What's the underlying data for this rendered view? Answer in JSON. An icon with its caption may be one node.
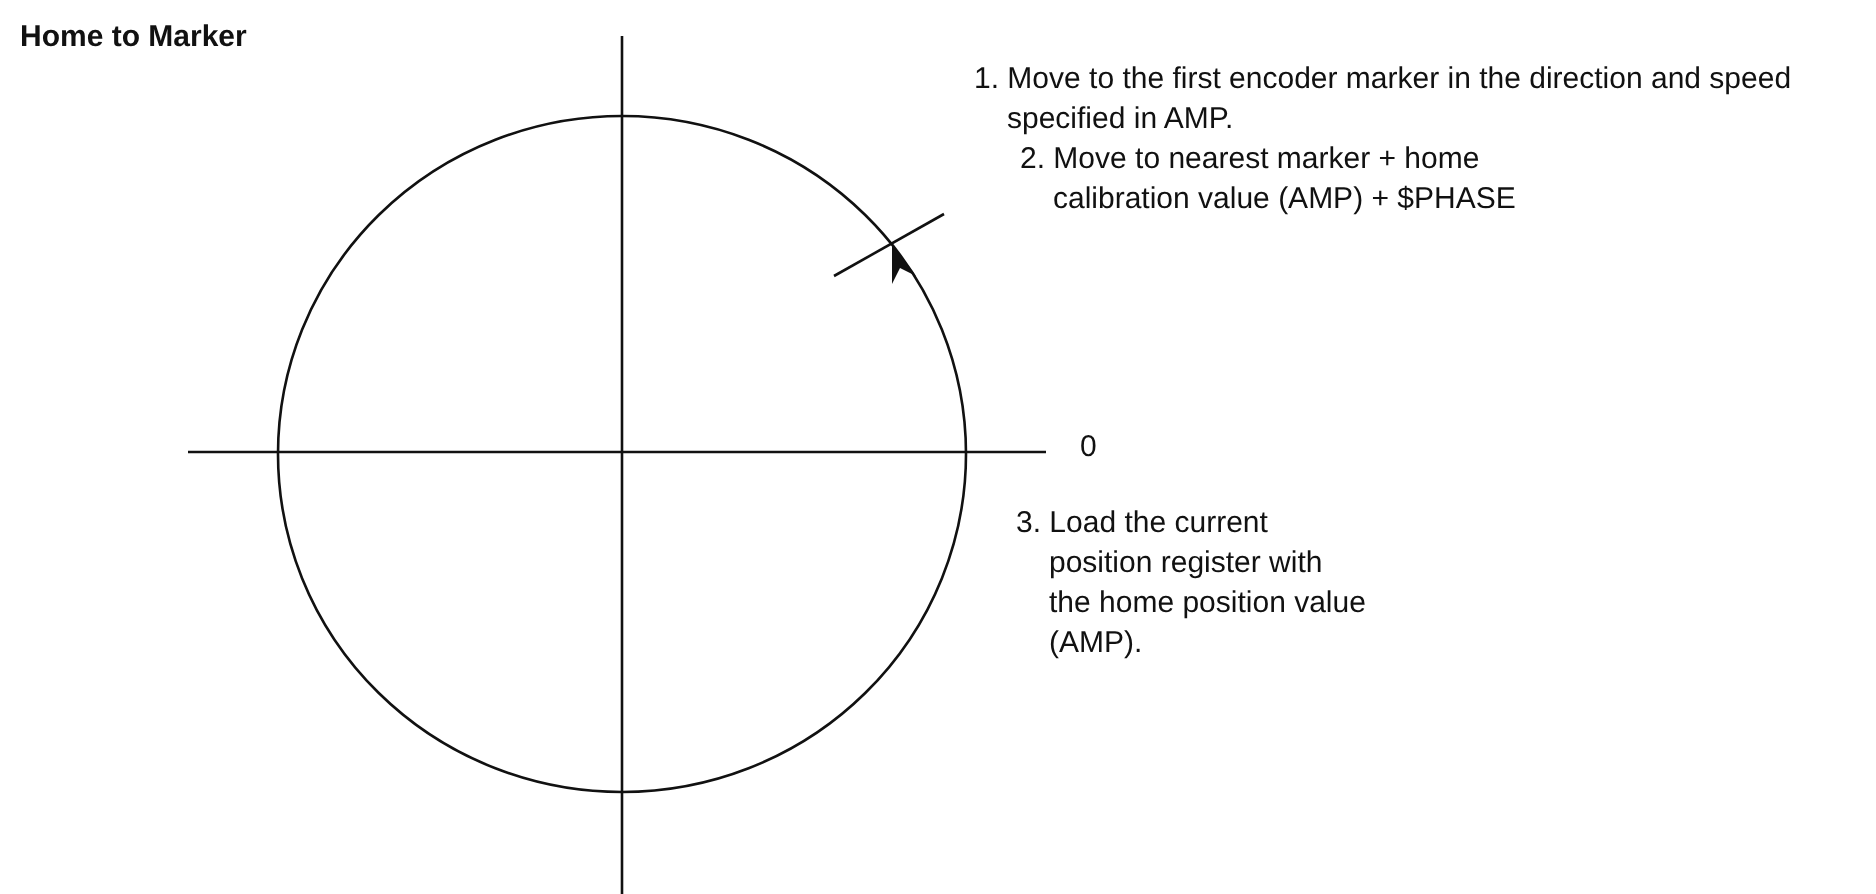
{
  "diagram": {
    "title": "Home to Marker",
    "labels": [
      "1. Move to the first encoder marker in the direction and speed specified in AMP.",
      "2. Move to nearest marker + home calibration value (AMP) + $PHASE",
      "0",
      "3. Load the current position register with the home position value (AMP)."
    ]
  }
}
